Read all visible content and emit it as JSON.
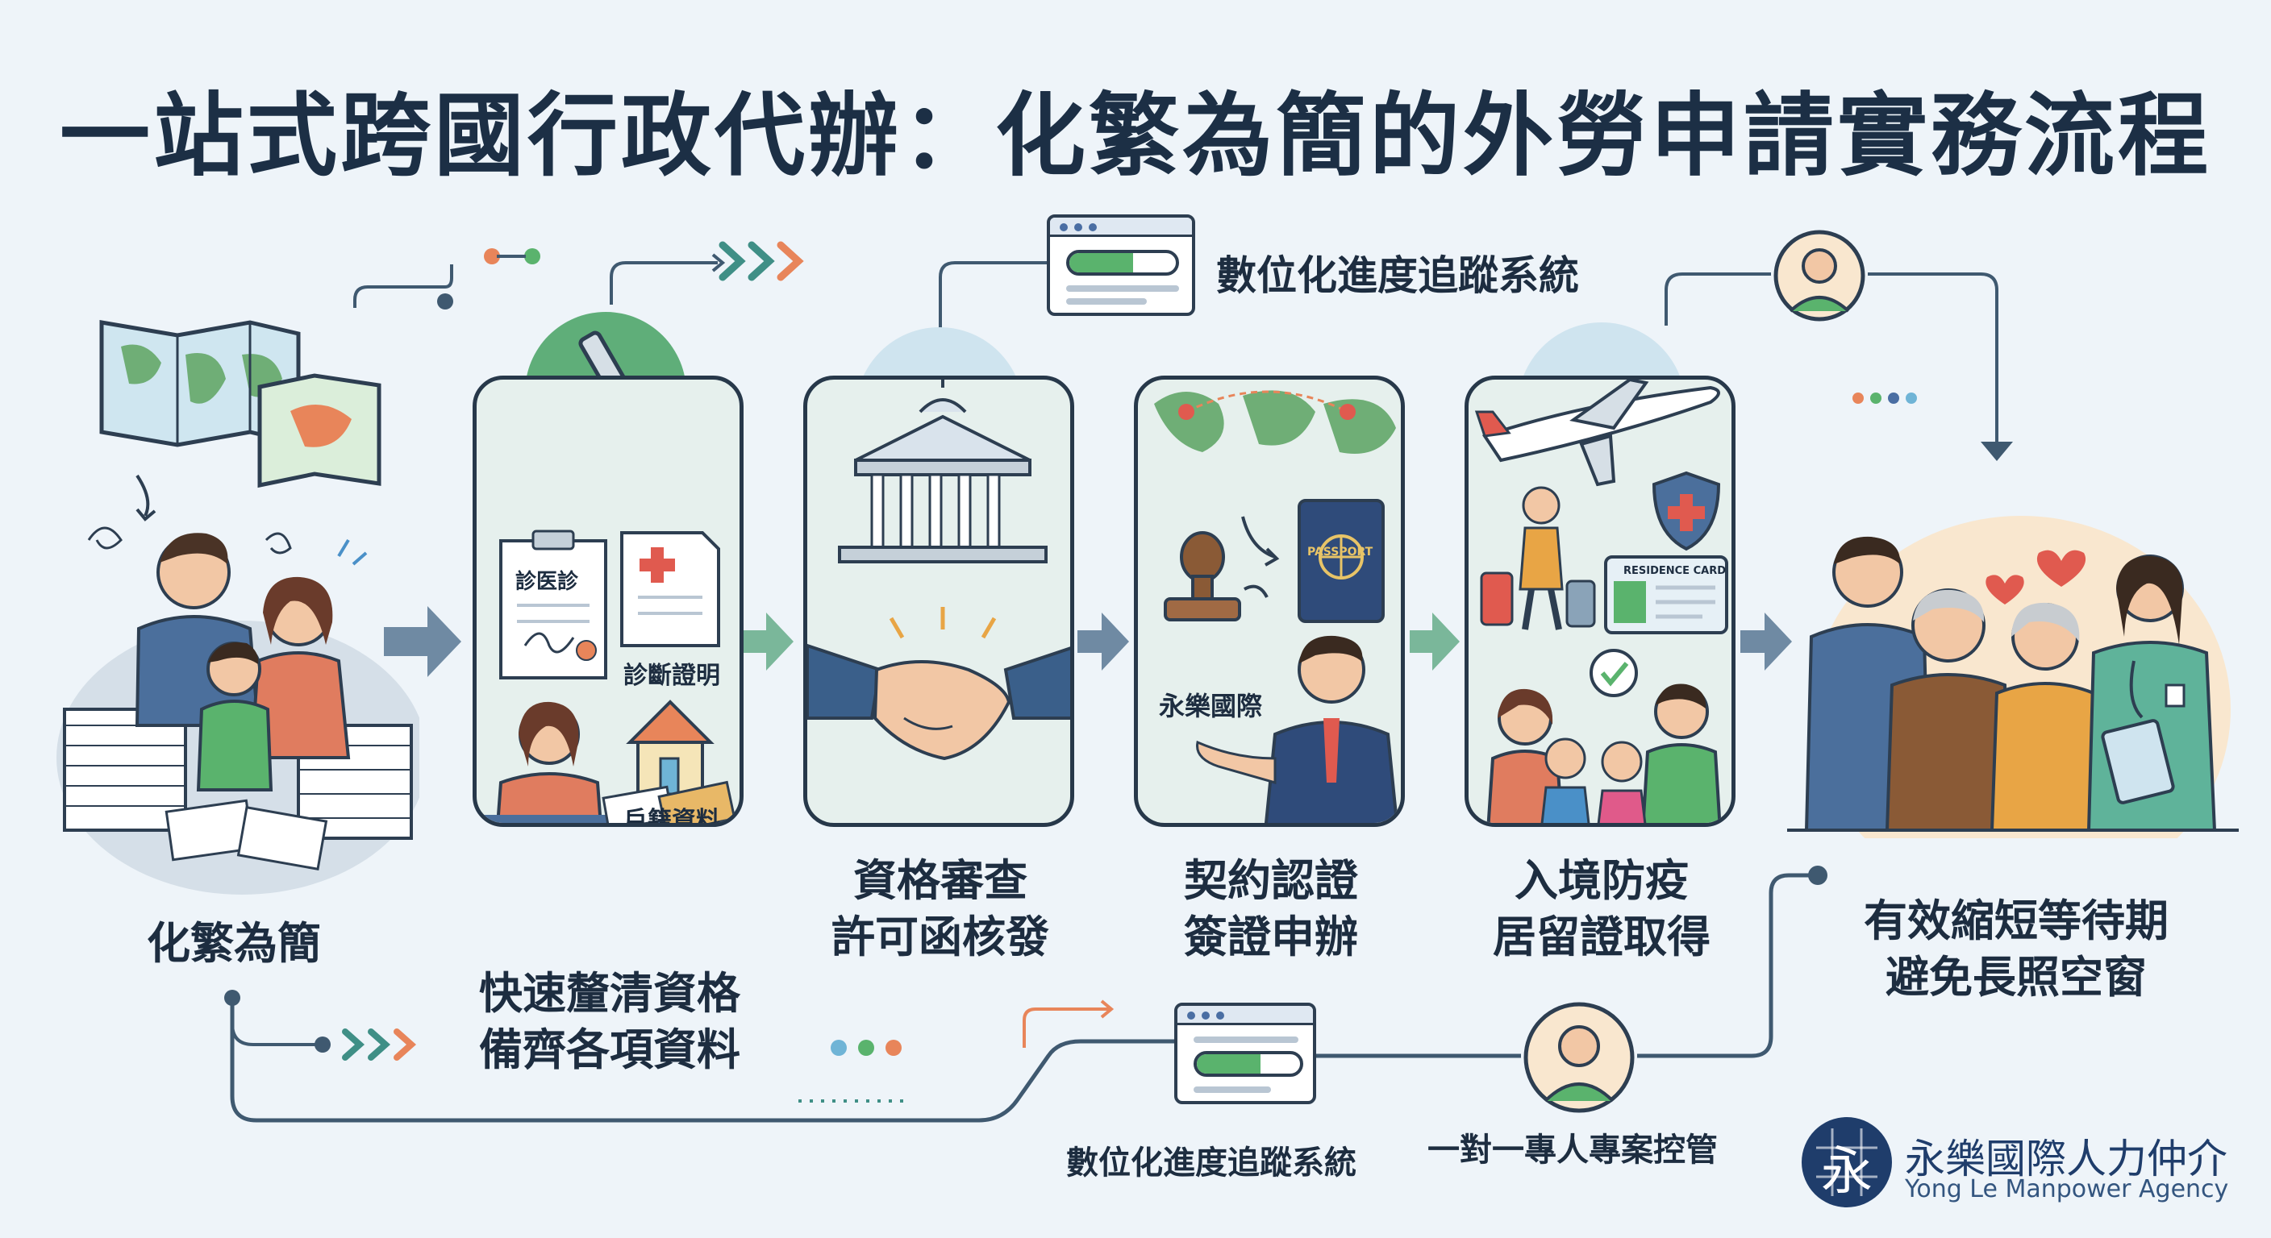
{
  "title": "一站式跨國行政代辦：化繁為簡的外勞申請實務流程",
  "steps": [
    {
      "id": "simplify",
      "label": "化繁為簡"
    },
    {
      "id": "qualify",
      "label_line1": "快速釐清資格",
      "label_line2": "備齊各項資料",
      "docs": {
        "medical_form": "診医診",
        "diagnosis": "診斷證明",
        "household": "戶籍資料"
      }
    },
    {
      "id": "review",
      "label_line1": "資格審查",
      "label_line2": "許可函核發"
    },
    {
      "id": "contract",
      "label_line1": "契約認證",
      "label_line2": "簽證申辦",
      "passport_text": "PASSPORT",
      "agency_sign": "永樂國際"
    },
    {
      "id": "entry",
      "label_line1": "入境防疫",
      "label_line2": "居留證取得",
      "residence_card": "RESIDENCE CARD"
    },
    {
      "id": "result",
      "label_line1": "有效縮短等待期",
      "label_line2": "避免長照空窗"
    }
  ],
  "tracker_top_label": "數位化進度追蹤系統",
  "tracker_bottom_label": "數位化進度追蹤系統",
  "one_on_one_label": "一對一專人專案控管",
  "brand": {
    "name": "永樂國際人力仲介",
    "english": "Yong Le Manpower Agency",
    "logo_char": "永"
  },
  "colors": {
    "title": "#1c2f45",
    "panel_bg": "#e6f0ed",
    "outline": "#27384a",
    "arrow": "#6f8aa3",
    "accent_green": "#5ab36d",
    "accent_orange": "#e8855a",
    "brand_blue": "#1f3d6b"
  }
}
